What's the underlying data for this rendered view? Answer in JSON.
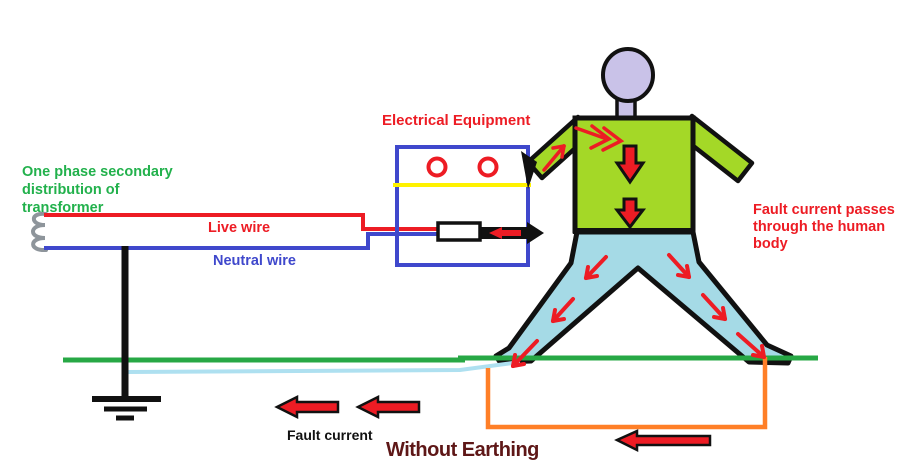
{
  "diagram": {
    "title": "Without Earthing",
    "transformer_label": [
      "One phase secondary",
      "distribution of",
      "transformer"
    ],
    "live_wire_label": "Live wire",
    "neutral_wire_label": "Neutral wire",
    "equipment_label": "Electrical Equipment",
    "fault_note": [
      "Fault current passes",
      "through the human",
      "body"
    ],
    "fault_current_label": "Fault current",
    "colors": {
      "live_wire": "#ED1C24",
      "neutral_wire": "#3F48CC",
      "equipment_box": "#3F48CC",
      "live_part_yellow": "#FFF200",
      "ground_line": "#27A845",
      "transformer_text_green": "#22B14C",
      "fault_text_red": "#ED1C24",
      "fault_return_path_orange": "#FF7F27",
      "ground_current_lightblue": "#AEE0F0",
      "shirt_green": "#A4D827",
      "pants_blue": "#A5DAE6",
      "skin_lavender": "#C9C2E8",
      "title_maroon": "#5E1717",
      "arrow_red": "#ED1C24"
    }
  }
}
